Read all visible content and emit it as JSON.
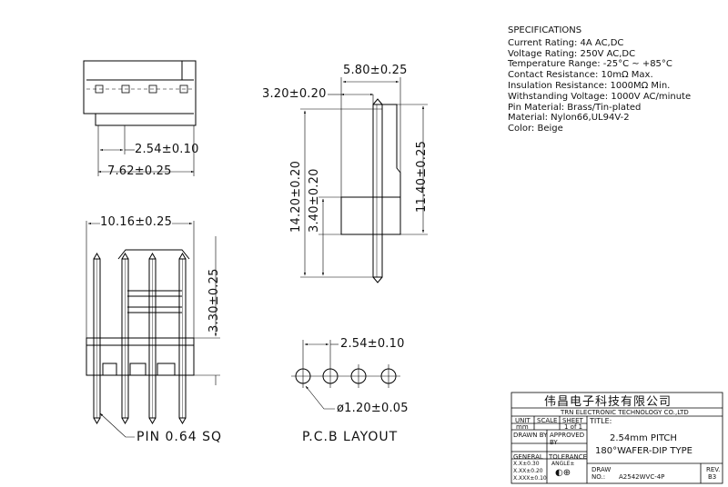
{
  "dimensions": {
    "top_width": "5.80±0.25",
    "pin_offset": "3.20±0.20",
    "overall_height": "14.20±0.20",
    "header_height": "3.40±0.20",
    "pin_length": "11.40±0.25",
    "pitch_top": "2.54±0.10",
    "housing_width": "7.62±0.25",
    "front_width": "10.16±0.25",
    "front_height": "3.30±0.25",
    "pcb_pitch": "2.54±0.10",
    "hole_dia": "ø1.20±0.05"
  },
  "labels": {
    "pin": "PIN 0.64 SQ",
    "pcb_layout": "P.C.B LAYOUT"
  },
  "specifications": {
    "title": "SPECIFICATIONS",
    "lines": [
      "Current Rating:  4A  AC,DC",
      "Voltage Rating:  250V  AC,DC",
      "Temperature Range:  -25°C ~ +85°C",
      "Contact Resistance:  10mΩ Max.",
      "Insulation Resistance:  1000MΩ Min.",
      "Withstanding Voltage:  1000V AC/minute",
      "Pin Material:  Brass/Tin-plated",
      "Material:  Nylon66,UL94V-2",
      "Color:  Beige"
    ]
  },
  "title_block": {
    "company_cn": "伟昌电子科技有限公司",
    "company_en": "TRN ELECTRONIC TECHNOLOGY CO.,LTD",
    "unit_label": "UNIT",
    "unit_value": "mm",
    "scale_label": "SCALE",
    "scale_value": "",
    "sheet_label": "SHEET",
    "sheet_value": "1 of 1",
    "title_label": "TITLE:",
    "title_line1": "2.54mm  PITCH",
    "title_line2": "180°WAFER-DIP  TYPE",
    "drawn_by": "DRAWN BY",
    "approved_by": "APPROVED BY",
    "general": "GENERAL",
    "tolerance": "TOLERANCE",
    "tol1": "X.X±0.30",
    "tol2": "X.XX±0.20",
    "tol3": "X.XXX±0.10",
    "angle": "ANGLE±",
    "draw_no_label": "DRAW NO.:",
    "draw_no": "A2542WVC-4P",
    "rev_label": "REV.",
    "rev_value": "B3"
  }
}
